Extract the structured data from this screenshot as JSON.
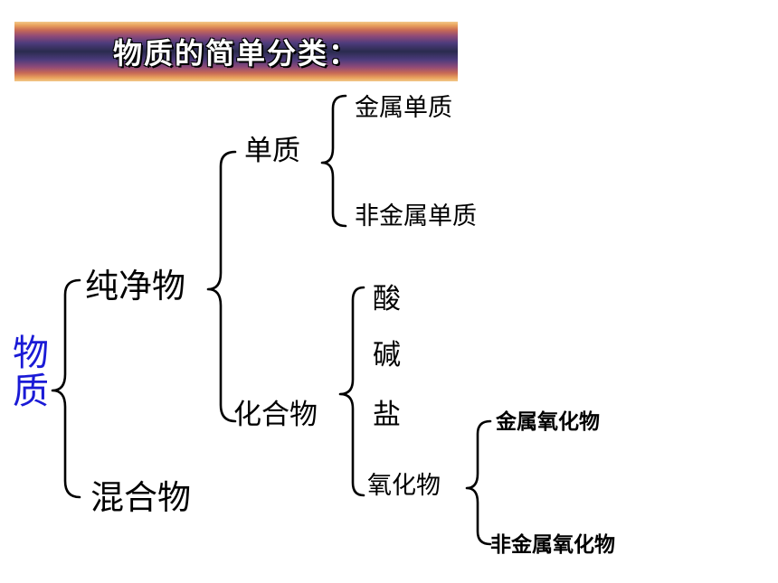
{
  "banner": {
    "title": "物质的简单分类："
  },
  "tree": {
    "root": [
      "物",
      "质"
    ],
    "pure": "纯净物",
    "mixture": "混合物",
    "element": "单质",
    "compound": "化合物",
    "metal_element": "金属单质",
    "nonmetal_element": "非金属单质",
    "acid": "酸",
    "base": "碱",
    "salt": "盐",
    "oxide": "氧化物",
    "metal_oxide": "金属氧化物",
    "nonmetal_oxide": "非金属氧化物"
  },
  "colors": {
    "root_text": "#1a1ad6",
    "banner_text": "#ffffff"
  }
}
